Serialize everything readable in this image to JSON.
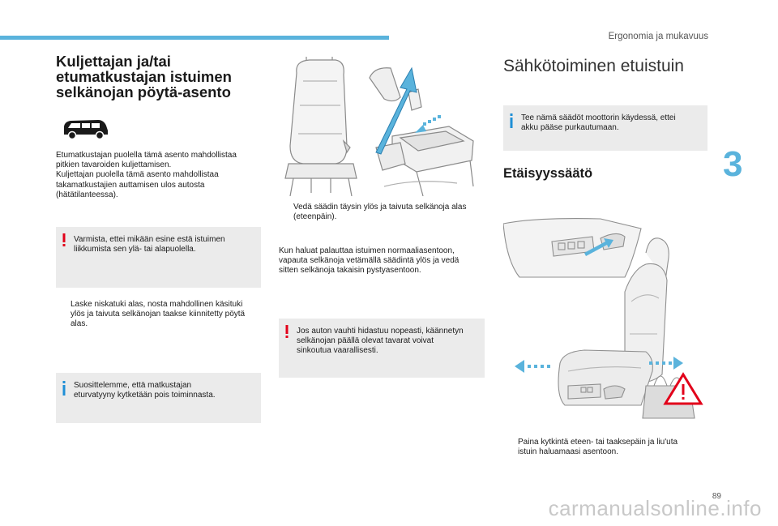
{
  "header": {
    "section_title": "Ergonomia ja mukavuus",
    "chapter_number": "3",
    "page_number": "89"
  },
  "watermark": "carmanualsonline.info",
  "col1": {
    "title": "Kuljettajan ja/tai etumatkustajan istuimen selkänojan pöytä-asento",
    "van_icon": "van-icon",
    "para_lines": [
      "Etumatkustajan puolella tämä asento mahdollistaa",
      "pitkien tavaroiden kuljettamisen.",
      "Kuljettajan puolella tämä asento mahdollistaa",
      "takamatkustajien auttamisen ulos autosta",
      "(hätätilanteessa)."
    ],
    "warning": [
      "Varmista, ettei mikään esine estä istuimen",
      "liikkumista sen ylä- tai alapuolella."
    ],
    "bullet": [
      "Laske niskatuki alas, nosta mahdollinen käsituki",
      "ylös ja taivuta selkänojan taakse kiinnitetty pöytä",
      "alas."
    ],
    "info": [
      "Suosittelemme, että matkustajan",
      "eturvatyyny kytketään pois toiminnasta."
    ]
  },
  "col2": {
    "bullet": [
      "Vedä säädin täysin ylös ja taivuta selkänoja alas",
      "(eteenpäin)."
    ],
    "para_lines": [
      "Kun haluat palauttaa istuimen normaaliasentoon,",
      "vapauta selkänoja vetämällä säädintä ylös ja vedä",
      "sitten selkänoja takaisin pystyasentoon."
    ],
    "warning": [
      "Jos auton vauhti hidastuu nopeasti, käännetyn",
      "selkänojan päällä olevat tavarat voivat",
      "sinkoutua vaarallisesti."
    ]
  },
  "col3": {
    "title": "Sähkötoiminen etuistuin",
    "info": [
      "Tee nämä säädöt moottorin käydessä, ettei",
      "akku pääse purkautumaan."
    ],
    "subtitle": "Etäisyyssäätö",
    "bullet": [
      "Paina kytkintä eteen- tai taaksepäin ja liu'uta",
      "istuin haluamaasi asentoon."
    ]
  },
  "symbols": {
    "bullet_arrow": "",
    "warning": "!",
    "info": "i"
  },
  "colors": {
    "accent": "#5ab3dc",
    "warning": "#e2001a",
    "info": "#1f8fd6",
    "box": "#ebebeb"
  }
}
